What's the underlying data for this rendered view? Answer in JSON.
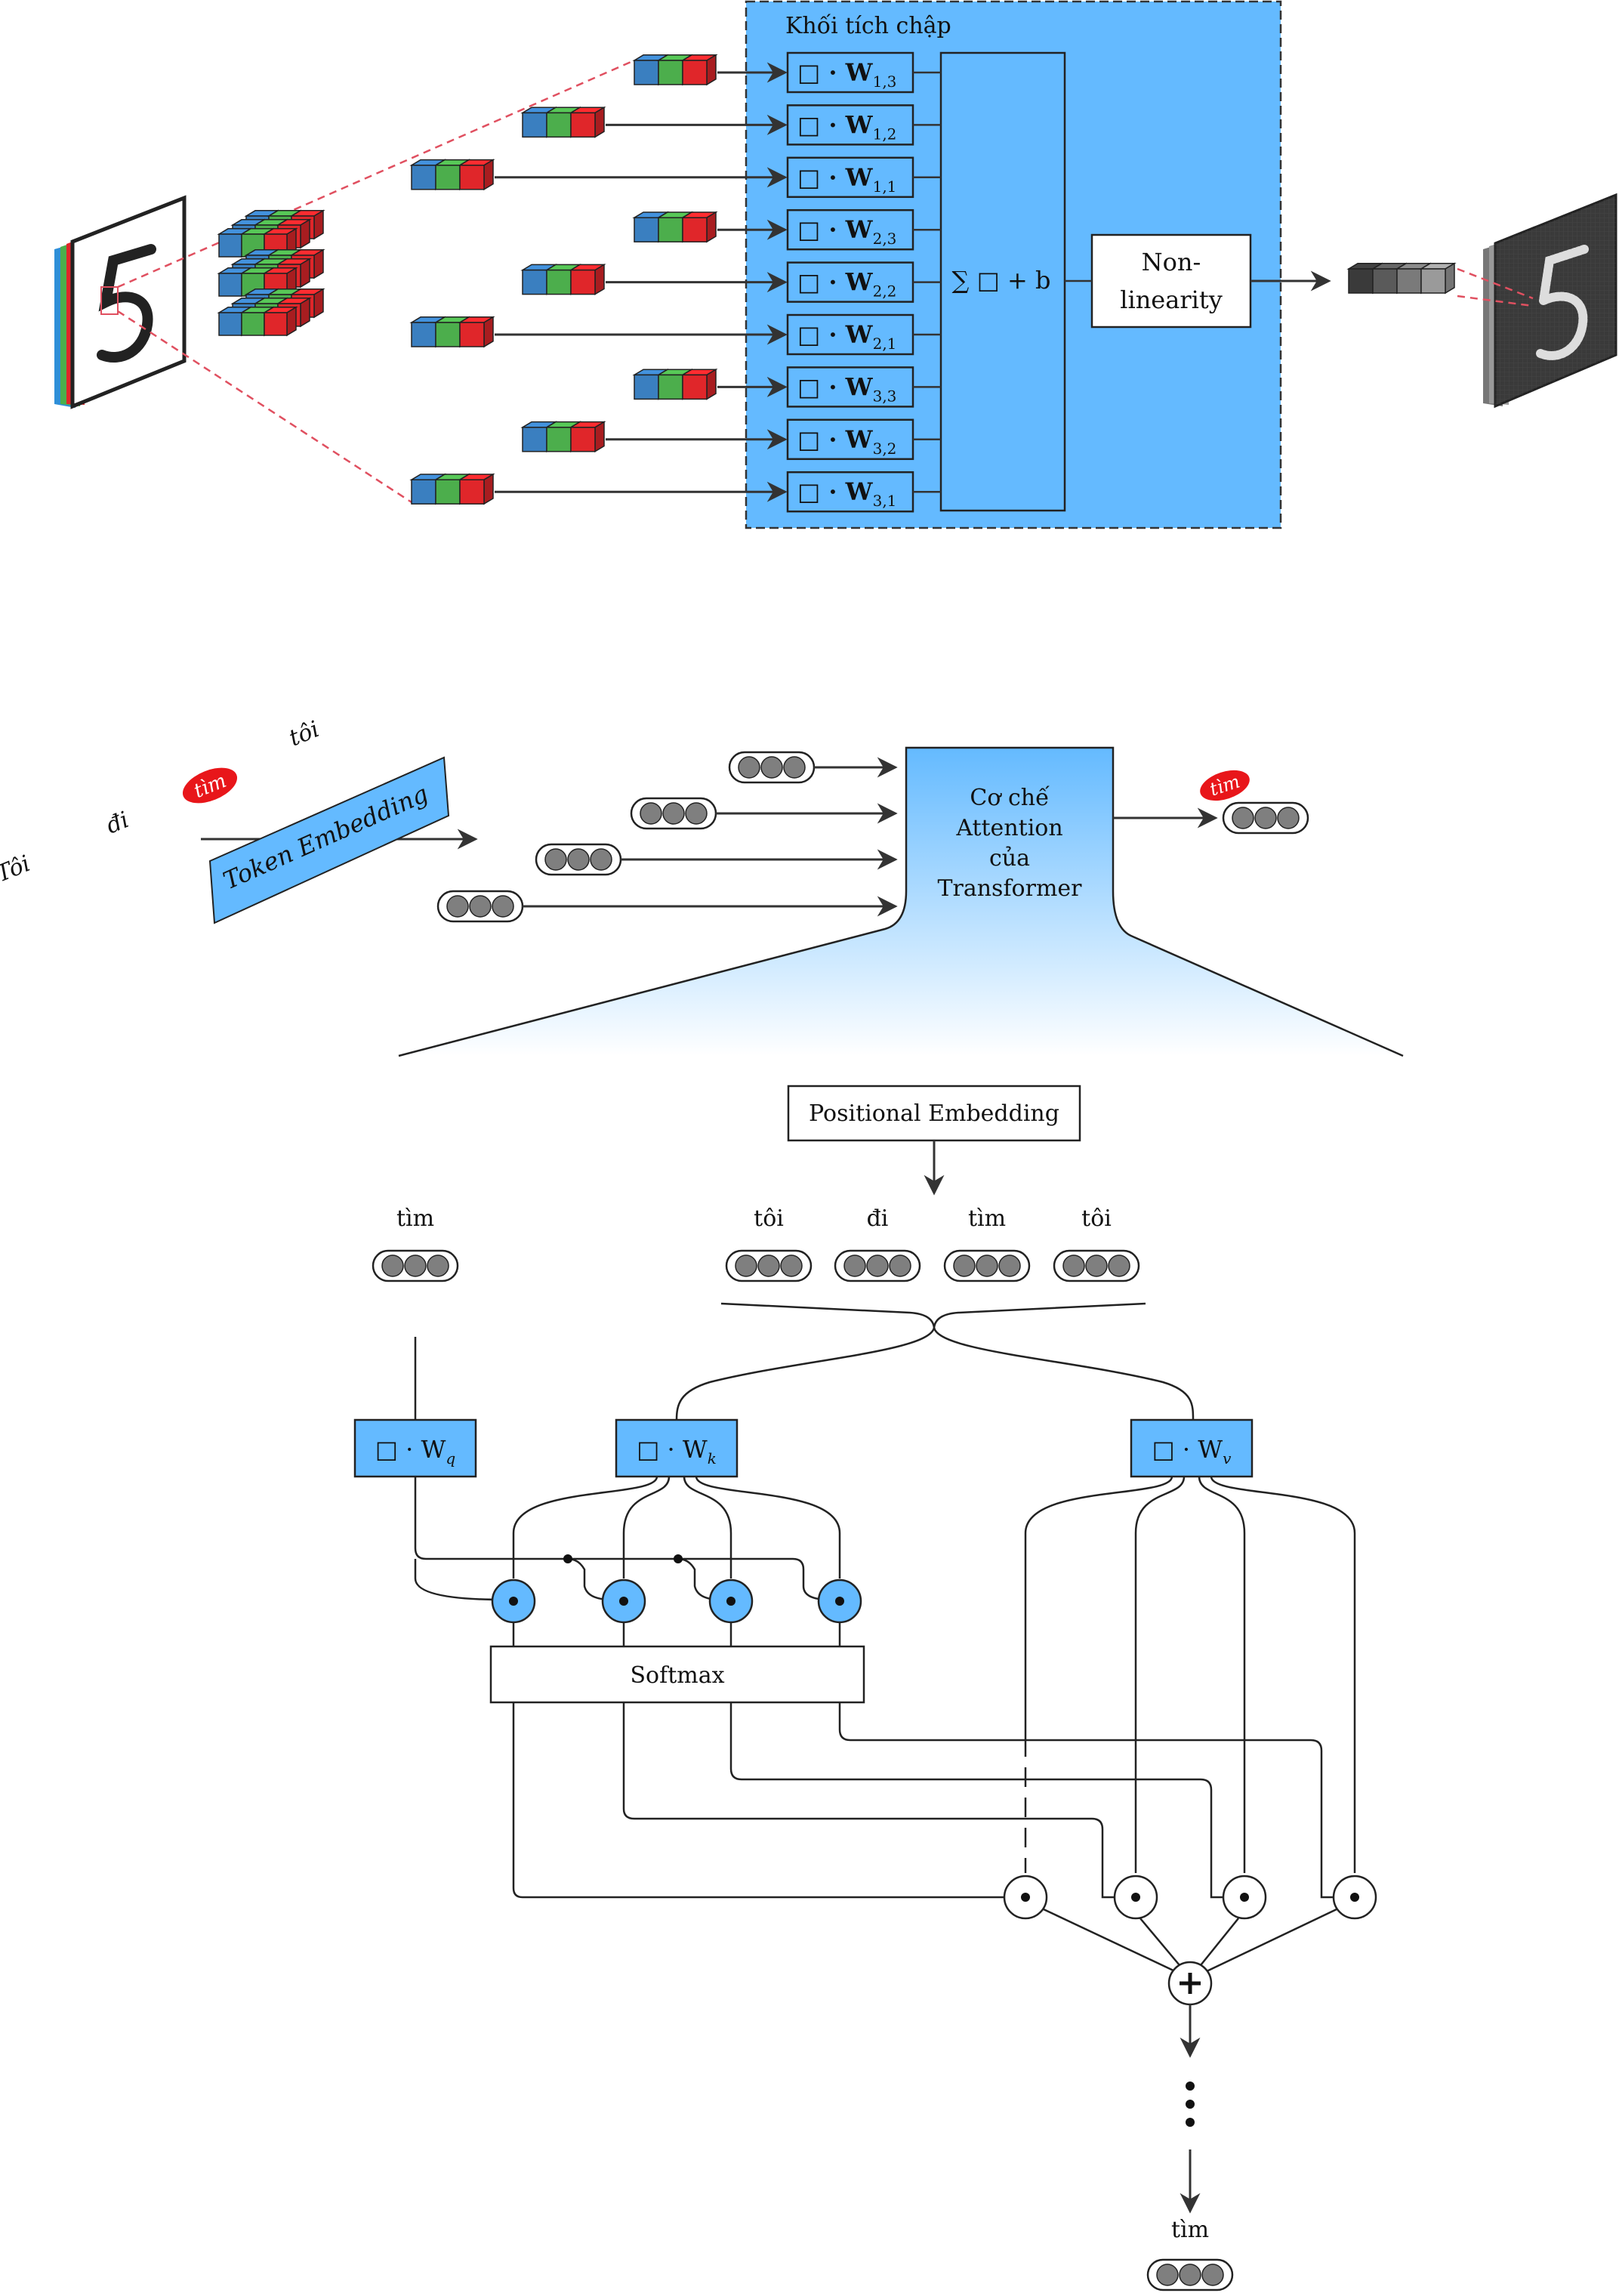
{
  "colors": {
    "block_blue": "#64baff",
    "cube_blue": "#3a7fc0",
    "cube_green": "#4cae4c",
    "cube_red": "#e0262a",
    "token_gray": "#7f7f7f",
    "highlight_red": "#e8161a",
    "line": "#333333",
    "dash_red": "#e05060"
  },
  "conv": {
    "block_title": "Khối tích chập",
    "sum_label": "∑ □ + b",
    "nonlin_line1": "Non-",
    "nonlin_line2": "linearity",
    "weights": [
      {
        "base": "□ · W",
        "sub": "1,3"
      },
      {
        "base": "□ · W",
        "sub": "1,2"
      },
      {
        "base": "□ · W",
        "sub": "1,1"
      },
      {
        "base": "□ · W",
        "sub": "2,3"
      },
      {
        "base": "□ · W",
        "sub": "2,2"
      },
      {
        "base": "□ · W",
        "sub": "2,1"
      },
      {
        "base": "□ · W",
        "sub": "3,3"
      },
      {
        "base": "□ · W",
        "sub": "3,2"
      },
      {
        "base": "□ · W",
        "sub": "3,1"
      }
    ]
  },
  "transformer": {
    "words": [
      "Tôi",
      "đi",
      "tìm",
      "tôi"
    ],
    "token_embedding": "Token Embedding",
    "attention_lines": [
      "Cơ chế",
      "Attention",
      "của",
      "Transformer"
    ],
    "output_word": "tìm"
  },
  "detail": {
    "positional_embedding": "Positional Embedding",
    "query_word": "tìm",
    "key_words": [
      "tôi",
      "đi",
      "tìm",
      "tôi"
    ],
    "wq": {
      "base": "□ · W",
      "sub": "q"
    },
    "wk": {
      "base": "□ · W",
      "sub": "k"
    },
    "wv": {
      "base": "□ · W",
      "sub": "v"
    },
    "softmax": "Softmax",
    "final_word": "tìm"
  }
}
